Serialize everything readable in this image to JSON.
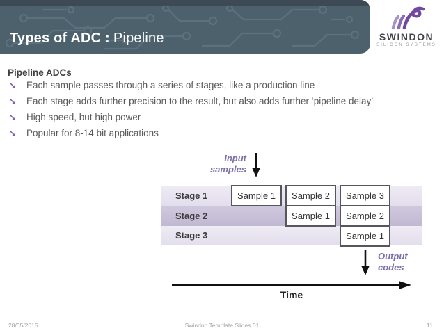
{
  "header": {
    "title_strong": "Types of ADC :",
    "title_light": "Pipeline"
  },
  "logo": {
    "name": "SWINDON",
    "tagline": "SILICON SYSTEMS"
  },
  "content": {
    "heading": "Pipeline ADCs",
    "bullet_glyph": "↘",
    "bullets": [
      "Each sample passes through a series of stages, like a production line",
      "Each stage adds further precision to the result, but also adds further ‘pipeline delay’",
      "High speed, but high power",
      "Popular for 8-14 bit applications"
    ]
  },
  "diagram": {
    "input_label": [
      "Input",
      "samples"
    ],
    "output_label": [
      "Output",
      "codes"
    ],
    "time_label": "Time",
    "stages": [
      "Stage 1",
      "Stage 2",
      "Stage 3"
    ],
    "columns": [
      {
        "samples": [
          "Sample 1"
        ]
      },
      {
        "samples": [
          "Sample 2",
          "Sample 1"
        ]
      },
      {
        "samples": [
          "Sample 3",
          "Sample 2",
          "Sample 1"
        ]
      }
    ],
    "colors": {
      "band_light": "#e8e4f0",
      "band_dark": "#c8c0d8",
      "label_purple": "#7d6fa8",
      "header_bar": "#4d616d"
    }
  },
  "footer": {
    "date": "28/05/2015",
    "doc": "Swindon Template Slides 01",
    "page": "11"
  }
}
